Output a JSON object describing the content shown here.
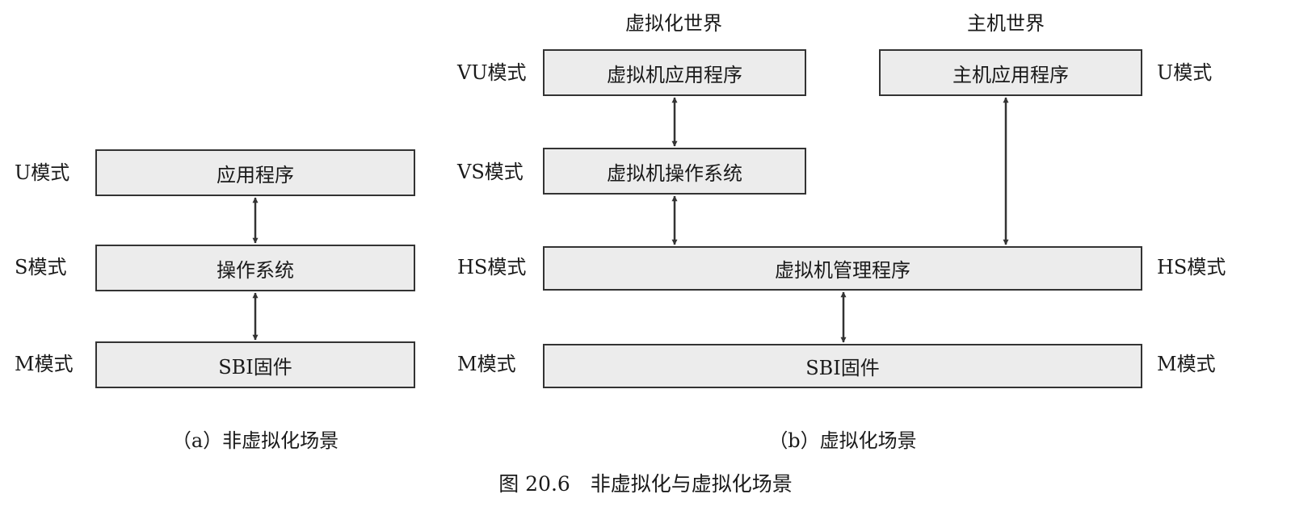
{
  "panel_a": {
    "modes": {
      "u": "U模式",
      "s": "S模式",
      "m": "M模式"
    },
    "boxes": {
      "app": "应用程序",
      "os": "操作系统",
      "sbi": "SBI固件"
    },
    "caption": "（a）非虚拟化场景"
  },
  "panel_b": {
    "headers": {
      "virtual_world": "虚拟化世界",
      "host_world": "主机世界"
    },
    "left_modes": {
      "vu": "VU模式",
      "vs": "VS模式",
      "hs": "HS模式",
      "m": "M模式"
    },
    "right_modes": {
      "u": "U模式",
      "hs": "HS模式",
      "m": "M模式"
    },
    "boxes": {
      "vm_app": "虚拟机应用程序",
      "host_app": "主机应用程序",
      "vm_os": "虚拟机操作系统",
      "hypervisor": "虚拟机管理程序",
      "sbi": "SBI固件"
    },
    "caption": "（b）虚拟化场景"
  },
  "figure_caption": "图 20.6　非虚拟化与虚拟化场景"
}
